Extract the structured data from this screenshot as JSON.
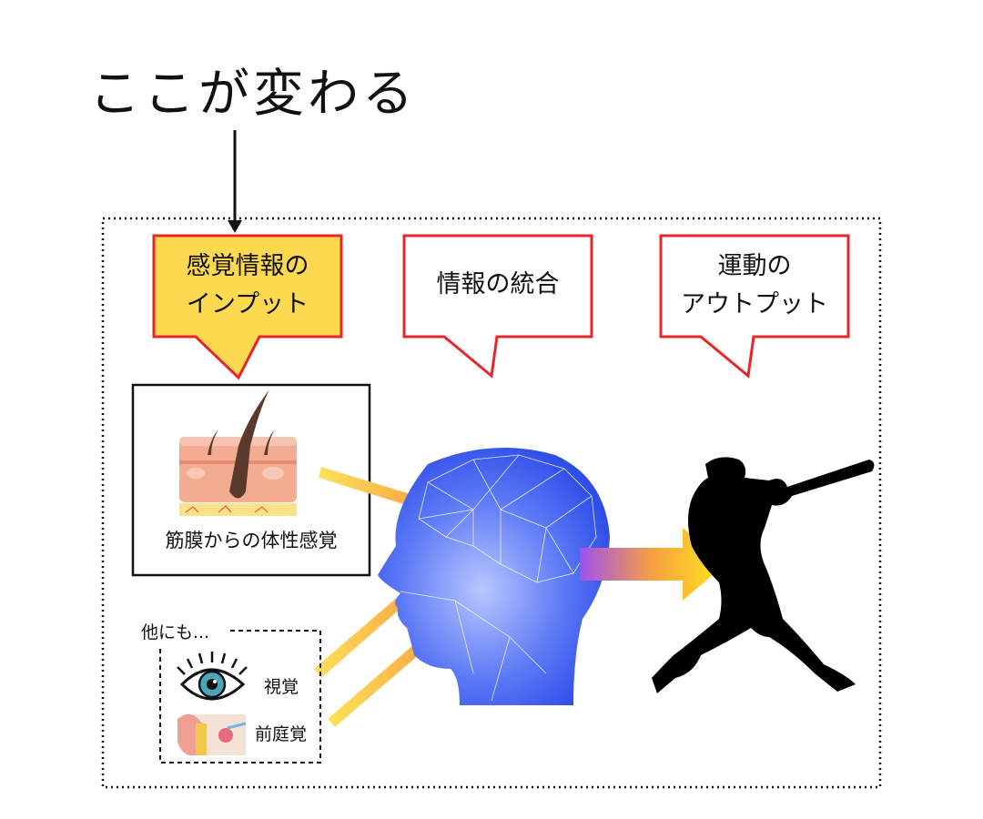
{
  "title": "ここが変わる",
  "bubbles": [
    {
      "line1": "感覚情報の",
      "line2": "インプット",
      "highlighted": true
    },
    {
      "line1": "情報の統合",
      "line2": "",
      "highlighted": false
    },
    {
      "line1": "運動の",
      "line2": "アウトプット",
      "highlighted": false
    }
  ],
  "skin_caption": "筋膜からの体性感覚",
  "others": {
    "label": "他にも...",
    "vision": "視覚",
    "vestibular": "前庭覚"
  },
  "colors": {
    "highlight": "#fdd94f",
    "border": "#e8262a",
    "head": "#3b5cf0",
    "arrow": "#f99a3f"
  }
}
